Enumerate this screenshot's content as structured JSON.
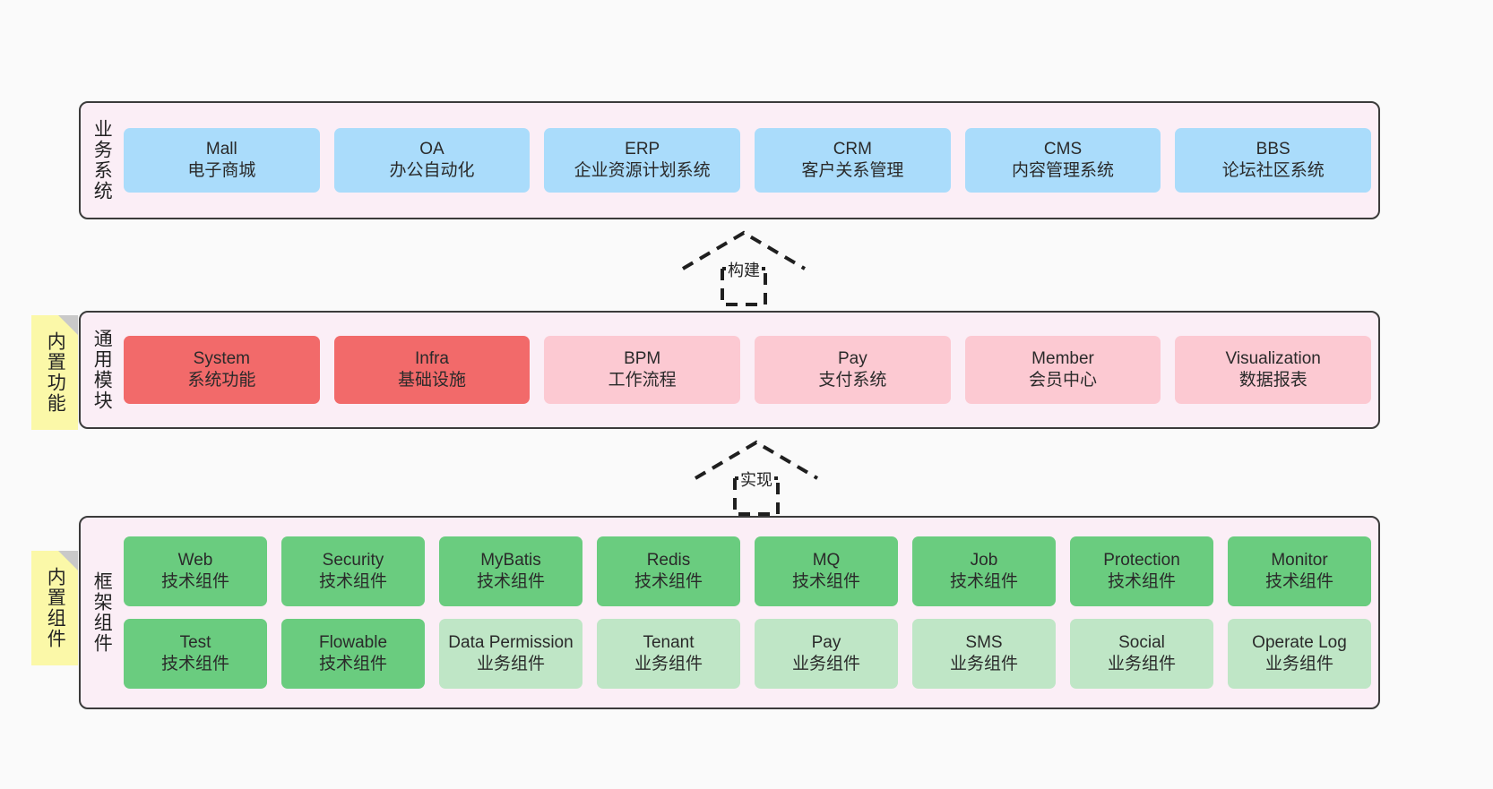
{
  "diagram": {
    "background": "#fafafa",
    "panel_bg": "#fbeef6",
    "panel_border": "#3b3b3b",
    "note_bg": "#fbf8a8"
  },
  "layers": [
    {
      "id": "business",
      "title": "业务系统",
      "items": [
        {
          "en": "Mall",
          "cn": "电子商城",
          "color": "#aadcfb"
        },
        {
          "en": "OA",
          "cn": "办公自动化",
          "color": "#aadcfb"
        },
        {
          "en": "ERP",
          "cn": "企业资源计划系统",
          "color": "#aadcfb"
        },
        {
          "en": "CRM",
          "cn": "客户关系管理",
          "color": "#aadcfb"
        },
        {
          "en": "CMS",
          "cn": "内容管理系统",
          "color": "#aadcfb"
        },
        {
          "en": "BBS",
          "cn": "论坛社区系统",
          "color": "#aadcfb"
        }
      ]
    },
    {
      "id": "common",
      "title": "通用模块",
      "note": "内置功能",
      "items": [
        {
          "en": "System",
          "cn": "系统功能",
          "color": "#f26a6a"
        },
        {
          "en": "Infra",
          "cn": "基础设施",
          "color": "#f26a6a"
        },
        {
          "en": "BPM",
          "cn": "工作流程",
          "color": "#fcc9d2"
        },
        {
          "en": "Pay",
          "cn": "支付系统",
          "color": "#fcc9d2"
        },
        {
          "en": "Member",
          "cn": "会员中心",
          "color": "#fcc9d2"
        },
        {
          "en": "Visualization",
          "cn": "数据报表",
          "color": "#fcc9d2"
        }
      ]
    },
    {
      "id": "framework",
      "title": "框架组件",
      "note": "内置组件",
      "row1": [
        {
          "en": "Web",
          "cn": "技术组件",
          "color": "#6acc7f"
        },
        {
          "en": "Security",
          "cn": "技术组件",
          "color": "#6acc7f"
        },
        {
          "en": "MyBatis",
          "cn": "技术组件",
          "color": "#6acc7f"
        },
        {
          "en": "Redis",
          "cn": "技术组件",
          "color": "#6acc7f"
        },
        {
          "en": "MQ",
          "cn": "技术组件",
          "color": "#6acc7f"
        },
        {
          "en": "Job",
          "cn": "技术组件",
          "color": "#6acc7f"
        },
        {
          "en": "Protection",
          "cn": "技术组件",
          "color": "#6acc7f"
        },
        {
          "en": "Monitor",
          "cn": "技术组件",
          "color": "#6acc7f"
        }
      ],
      "row2": [
        {
          "en": "Test",
          "cn": "技术组件",
          "color": "#6acc7f"
        },
        {
          "en": "Flowable",
          "cn": "技术组件",
          "color": "#6acc7f"
        },
        {
          "en": "Data Permission",
          "cn": "业务组件",
          "color": "#bfe6c6"
        },
        {
          "en": "Tenant",
          "cn": "业务组件",
          "color": "#bfe6c6"
        },
        {
          "en": "Pay",
          "cn": "业务组件",
          "color": "#bfe6c6"
        },
        {
          "en": "SMS",
          "cn": "业务组件",
          "color": "#bfe6c6"
        },
        {
          "en": "Social",
          "cn": "业务组件",
          "color": "#bfe6c6"
        },
        {
          "en": "Operate Log",
          "cn": "业务组件",
          "color": "#bfe6c6"
        }
      ]
    }
  ],
  "connectors": [
    {
      "id": "build",
      "label": "构建"
    },
    {
      "id": "implement",
      "label": "实现"
    }
  ]
}
